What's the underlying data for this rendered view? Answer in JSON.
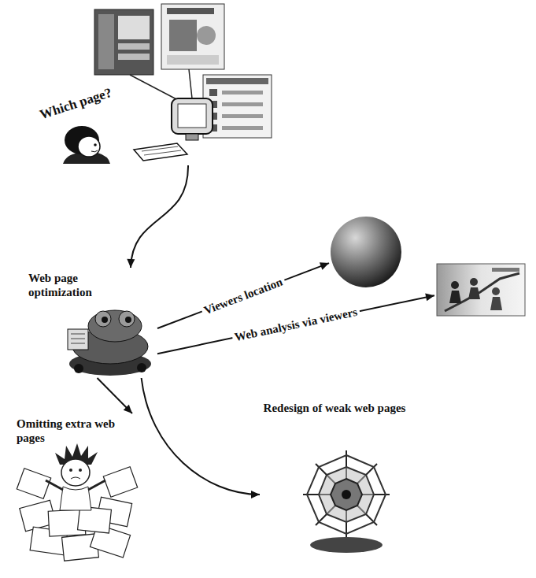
{
  "diagram": {
    "nodes": [
      {
        "text": [
          "Which page?"
        ]
      },
      {
        "text": [
          "Web page optimization"
        ]
      },
      {
        "text": []
      },
      {
        "text": []
      },
      {
        "text": [
          "Omitting extra web pages"
        ]
      },
      {
        "text": [
          "Redesign of weak web pages"
        ]
      }
    ],
    "edges": [
      {
        "from": 0,
        "to": 1,
        "arrow": "to"
      },
      {
        "from": 1,
        "to": 2,
        "label": "Viewers location",
        "arrow": "to"
      },
      {
        "from": 1,
        "to": 3,
        "label": "Web analysis via viewers",
        "arrow": "to"
      },
      {
        "from": 1,
        "to": 4,
        "arrow": "to"
      },
      {
        "from": 1,
        "to": 5,
        "arrow": "to"
      }
    ]
  }
}
